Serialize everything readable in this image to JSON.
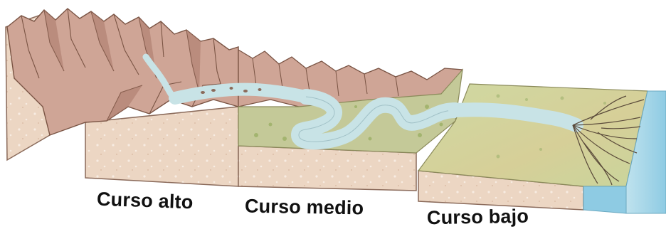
{
  "labels": {
    "upper": "Curso alto",
    "middle": "Curso medio",
    "lower": "Curso bajo"
  },
  "colors": {
    "mountain": "#cfa596",
    "mountain_shadow": "#a9786a",
    "block_side": "#ead3bf",
    "valley_green": "#bfcf93",
    "plain_green": "#c9d59c",
    "river": "#c8e3e6",
    "sea": "#a9d7e8"
  }
}
